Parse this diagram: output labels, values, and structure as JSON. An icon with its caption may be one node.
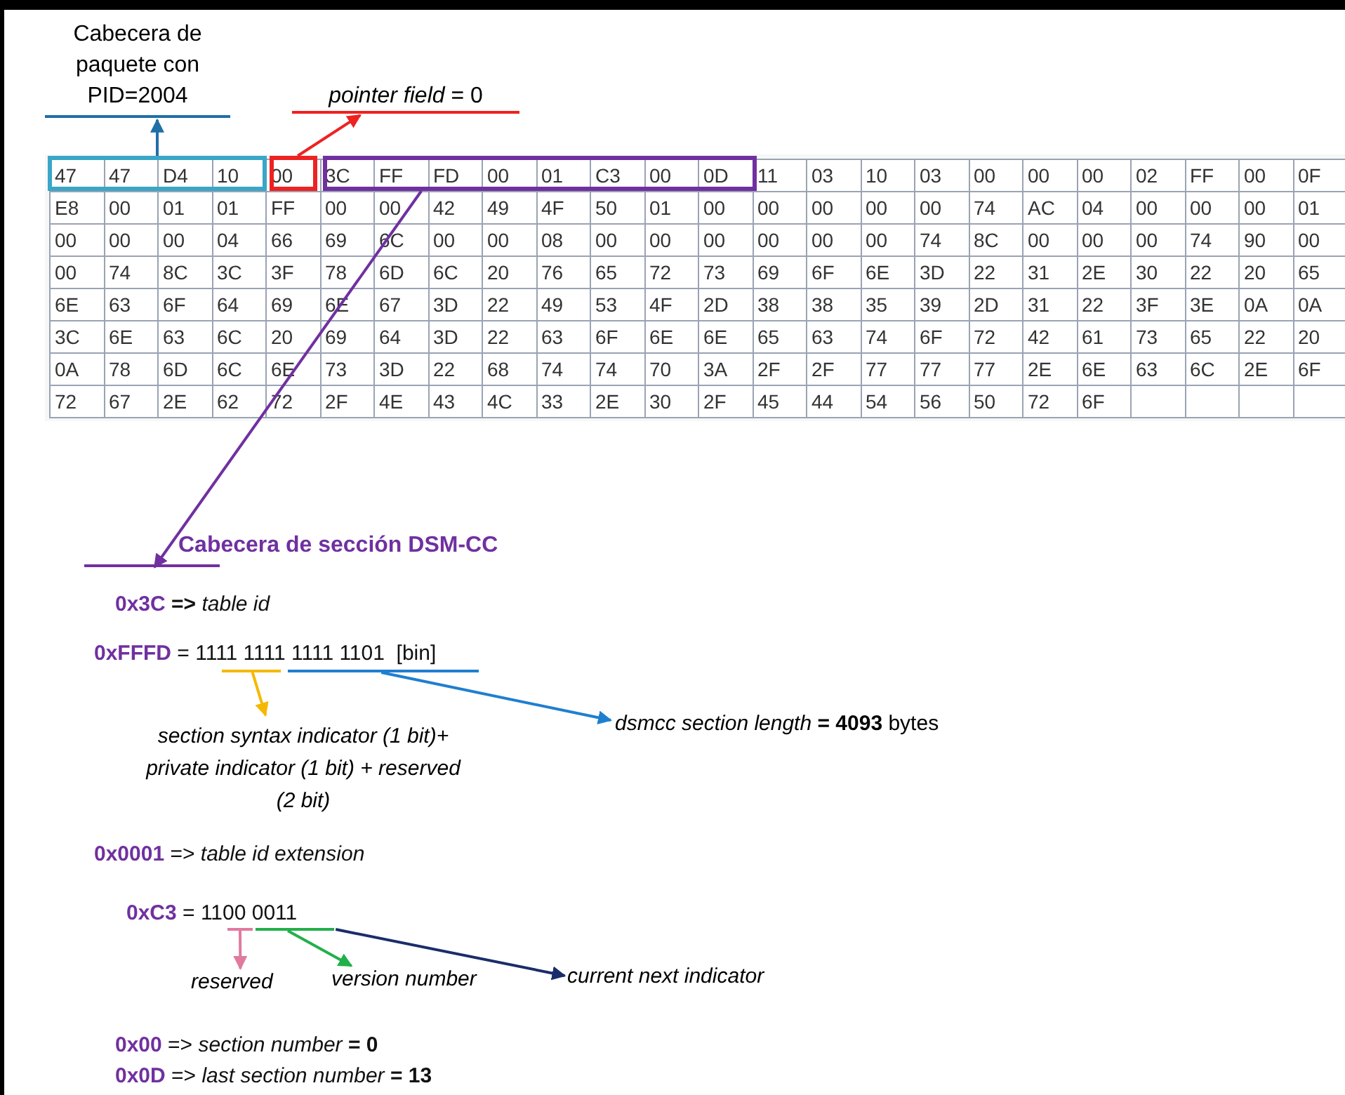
{
  "diagram": {
    "nodes": [
      {
        "text": [
          "Cabecera de paquete con PID=2004"
        ]
      },
      {
        "text": [],
        "shape": "box"
      },
      {
        "text": [
          "*pointer field* = 0"
        ]
      },
      {
        "text": [],
        "shape": "box"
      },
      {
        "text": [],
        "shape": "box"
      },
      {
        "text": [
          "Cabecera de sección DSM-CC"
        ]
      },
      {
        "text": [],
        "shape": "bar"
      },
      {
        "text": [],
        "shape": "bar"
      },
      {
        "text": [
          "section syntax indicator (1 bit)+ private indicator (1 bit) + reserved (2 bit)"
        ]
      },
      {
        "text": [
          "*dsmcc section length* **= 4093** bytes"
        ]
      },
      {
        "text": [],
        "shape": "bar"
      },
      {
        "text": [],
        "shape": "bar"
      },
      {
        "text": [
          "reserved"
        ]
      },
      {
        "text": [
          "version number"
        ]
      },
      {
        "text": [
          "current next indicator"
        ]
      }
    ],
    "edges": [
      {
        "from": 1,
        "to": 0,
        "arrow": "to",
        "color": "#1f6fa8"
      },
      {
        "from": 3,
        "to": 2,
        "arrow": "to",
        "color": "#ee2222"
      },
      {
        "from": 4,
        "to": 5,
        "arrow": "to",
        "color": "#7030a0"
      },
      {
        "from": 6,
        "to": 8,
        "arrow": "to",
        "color": "#f5b800"
      },
      {
        "from": 7,
        "to": 9,
        "arrow": "to",
        "color": "#1f7fcf"
      },
      {
        "from": 10,
        "to": 12,
        "arrow": "to",
        "color": "#e07aa0"
      },
      {
        "from": 11,
        "to": 13,
        "arrow": "to",
        "color": "#22b04b"
      },
      {
        "from": 11,
        "to": 14,
        "arrow": "to",
        "color": "#1a2d6b"
      }
    ],
    "labels": [
      "47",
      "47",
      "D4",
      "10",
      "00",
      "3C",
      "FF",
      "FD",
      "00",
      "01",
      "C3",
      "00",
      "0D",
      "11",
      "03",
      "10",
      "03",
      "00",
      "00",
      "00",
      "02",
      "FF",
      "00",
      "0F",
      "E8",
      "00",
      "01",
      "01",
      "FF",
      "00",
      "00",
      "42",
      "49",
      "4F",
      "50",
      "01",
      "00",
      "00",
      "00",
      "00",
      "00",
      "74",
      "AC",
      "04",
      "00",
      "00",
      "00",
      "01",
      "00",
      "00",
      "00",
      "04",
      "66",
      "69",
      "6C",
      "00",
      "00",
      "08",
      "00",
      "00",
      "00",
      "00",
      "00",
      "00",
      "74",
      "8C",
      "00",
      "00",
      "00",
      "74",
      "90",
      "00",
      "00",
      "74",
      "8C",
      "3C",
      "3F",
      "78",
      "6D",
      "6C",
      "20",
      "76",
      "65",
      "72",
      "73",
      "69",
      "6F",
      "6E",
      "3D",
      "22",
      "31",
      "2E",
      "30",
      "22",
      "20",
      "65",
      "6E",
      "63",
      "6F",
      "64",
      "69",
      "6E",
      "67",
      "3D",
      "22",
      "49",
      "53",
      "4F",
      "2D",
      "38",
      "38",
      "35",
      "39",
      "2D",
      "31",
      "22",
      "3F",
      "3E",
      "0A",
      "0A",
      "3C",
      "6E",
      "63",
      "6C",
      "20",
      "69",
      "64",
      "3D",
      "22",
      "63",
      "6F",
      "6E",
      "6E",
      "65",
      "63",
      "74",
      "6F",
      "72",
      "42",
      "61",
      "73",
      "65",
      "22",
      "20",
      "0A",
      "78",
      "6D",
      "6C",
      "6E",
      "73",
      "3D",
      "22",
      "68",
      "74",
      "74",
      "70",
      "3A",
      "2F",
      "2F",
      "77",
      "77",
      "77",
      "2E",
      "6E",
      "63",
      "6C",
      "2E",
      "6F",
      "72",
      "67",
      "2E",
      "62",
      "72",
      "2F",
      "4E",
      "43",
      "4C",
      "33",
      "2E",
      "30",
      "2F",
      "45",
      "44",
      "54",
      "56",
      "50",
      "72",
      "6F",
      "**0x3C** **=>** *table id*",
      "**0xFFFD** = 1111 1111 1111 1101  [bin]",
      "**0x0001** => *table id extension*",
      "**0xC3** = 1100 0011",
      "**0x00** => *section number* **= 0**",
      "**0x0D** => *last section number* **= 13**"
    ]
  }
}
